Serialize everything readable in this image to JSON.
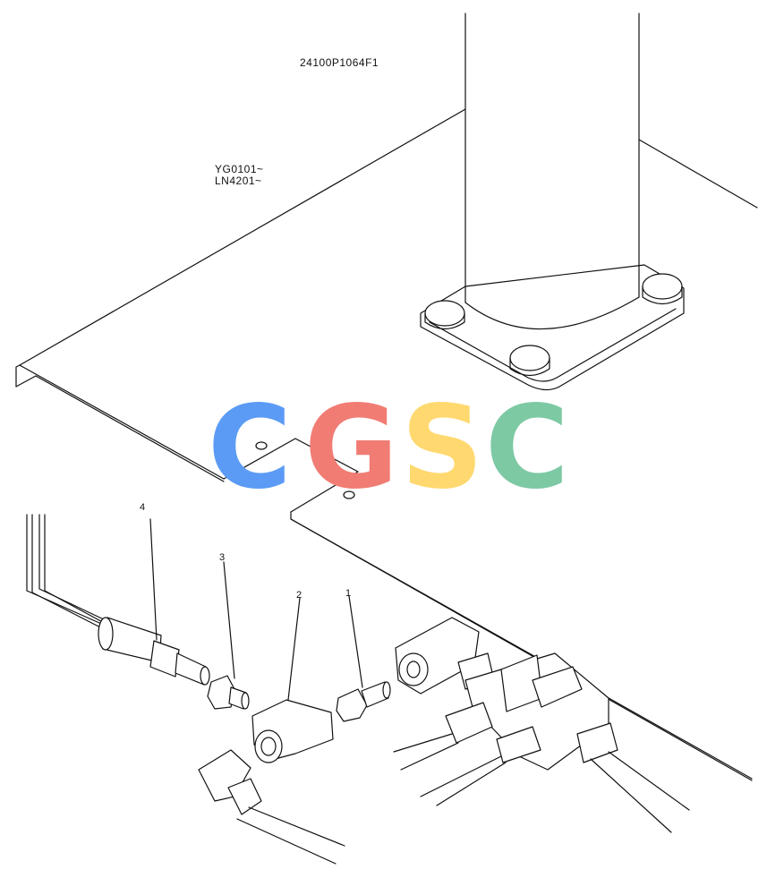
{
  "drawing": {
    "part_code": "24100P1064F1",
    "serial_range_1": "YG0101~",
    "serial_range_2": "LN4201~"
  },
  "callouts": [
    "1",
    "2",
    "3",
    "4"
  ],
  "watermark": {
    "text": "CGSC",
    "colors": [
      "#5B9BF5",
      "#F17C74",
      "#FFD970",
      "#7CC9A4"
    ]
  }
}
